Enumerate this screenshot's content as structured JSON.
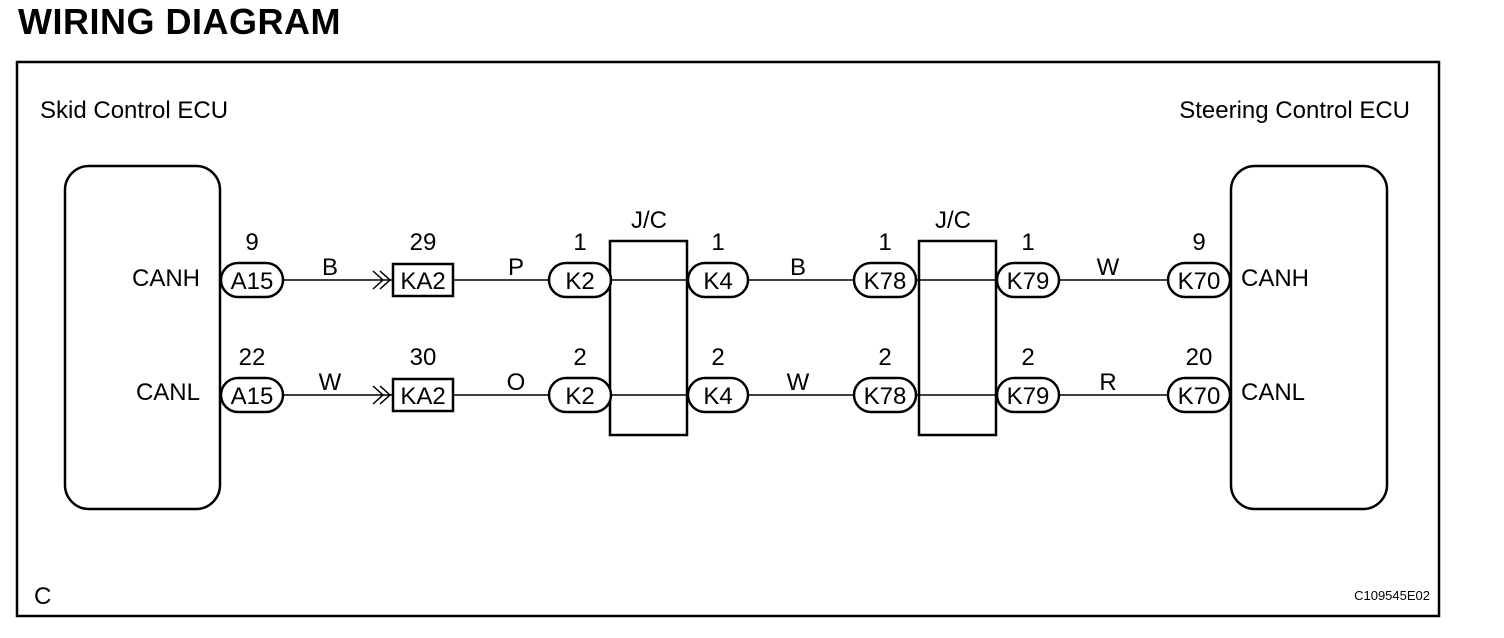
{
  "title": "WIRING DIAGRAM",
  "ecu_left": {
    "name": "Skid Control ECU",
    "signals": [
      "CANH",
      "CANL"
    ]
  },
  "ecu_right": {
    "name": "Steering Control ECU",
    "signals": [
      "CANH",
      "CANL"
    ]
  },
  "junction_label": "J/C",
  "lines": [
    {
      "signal": "CANH",
      "segments": [
        {
          "connector": "A15",
          "pin": "9"
        },
        {
          "wire": "B"
        },
        {
          "connector": "KA2",
          "pin": "29"
        },
        {
          "wire": "P"
        },
        {
          "connector": "K2",
          "pin": "1"
        },
        {
          "connector": "K4",
          "pin": "1"
        },
        {
          "wire": "B"
        },
        {
          "connector": "K78",
          "pin": "1"
        },
        {
          "connector": "K79",
          "pin": "1"
        },
        {
          "wire": "W"
        },
        {
          "connector": "K70",
          "pin": "9"
        }
      ]
    },
    {
      "signal": "CANL",
      "segments": [
        {
          "connector": "A15",
          "pin": "22"
        },
        {
          "wire": "W"
        },
        {
          "connector": "KA2",
          "pin": "30"
        },
        {
          "wire": "O"
        },
        {
          "connector": "K2",
          "pin": "2"
        },
        {
          "connector": "K4",
          "pin": "2"
        },
        {
          "wire": "W"
        },
        {
          "connector": "K78",
          "pin": "2"
        },
        {
          "connector": "K79",
          "pin": "2"
        },
        {
          "wire": "R"
        },
        {
          "connector": "K70",
          "pin": "20"
        }
      ]
    }
  ],
  "corner_label": "C",
  "figure_code": "C109545E02"
}
